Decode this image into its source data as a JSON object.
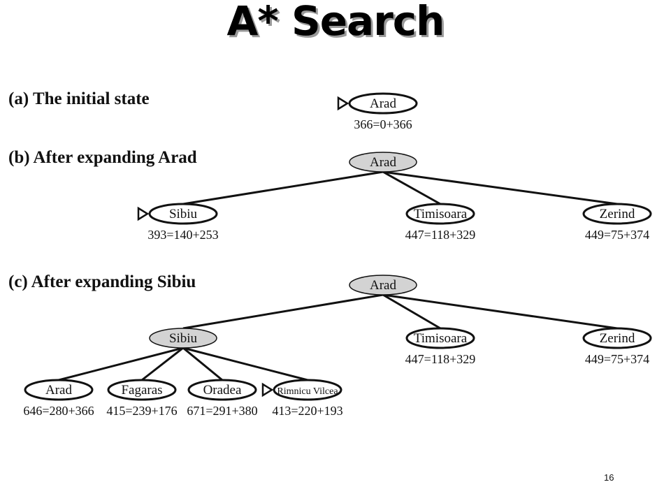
{
  "title": "A* Search",
  "page_number": "16",
  "panels": [
    {
      "label": "(a) The initial state",
      "nodes": [
        {
          "id": "a_arad",
          "name": "Arad",
          "f": "366=0+366",
          "expanded": false,
          "marked": true
        }
      ]
    },
    {
      "label": "(b) After expanding Arad",
      "nodes": [
        {
          "id": "b_arad",
          "name": "Arad",
          "f": "",
          "expanded": true,
          "marked": false
        },
        {
          "id": "b_sibiu",
          "name": "Sibiu",
          "f": "393=140+253",
          "expanded": false,
          "marked": true
        },
        {
          "id": "b_timisoara",
          "name": "Timisoara",
          "f": "447=118+329",
          "expanded": false,
          "marked": false
        },
        {
          "id": "b_zerind",
          "name": "Zerind",
          "f": "449=75+374",
          "expanded": false,
          "marked": false
        }
      ]
    },
    {
      "label": "(c) After expanding Sibiu",
      "nodes": [
        {
          "id": "c_arad",
          "name": "Arad",
          "f": "",
          "expanded": true,
          "marked": false
        },
        {
          "id": "c_sibiu",
          "name": "Sibiu",
          "f": "",
          "expanded": true,
          "marked": false
        },
        {
          "id": "c_timisoara",
          "name": "Timisoara",
          "f": "447=118+329",
          "expanded": false,
          "marked": false
        },
        {
          "id": "c_zerind",
          "name": "Zerind",
          "f": "449=75+374",
          "expanded": false,
          "marked": false
        },
        {
          "id": "c_arad2",
          "name": "Arad",
          "f": "646=280+366",
          "expanded": false,
          "marked": false
        },
        {
          "id": "c_fagaras",
          "name": "Fagaras",
          "f": "415=239+176",
          "expanded": false,
          "marked": false
        },
        {
          "id": "c_oradea",
          "name": "Oradea",
          "f": "671=291+380",
          "expanded": false,
          "marked": false
        },
        {
          "id": "c_rimnicu",
          "name": "Rimnicu Vilcea",
          "f": "413=220+193",
          "expanded": false,
          "marked": true
        }
      ]
    }
  ],
  "edges": [
    [
      "b_arad",
      "b_sibiu"
    ],
    [
      "b_arad",
      "b_timisoara"
    ],
    [
      "b_arad",
      "b_zerind"
    ],
    [
      "c_arad",
      "c_sibiu"
    ],
    [
      "c_arad",
      "c_timisoara"
    ],
    [
      "c_arad",
      "c_zerind"
    ],
    [
      "c_sibiu",
      "c_arad2"
    ],
    [
      "c_sibiu",
      "c_fagaras"
    ],
    [
      "c_sibiu",
      "c_oradea"
    ],
    [
      "c_sibiu",
      "c_rimnicu"
    ]
  ],
  "colors": {
    "expanded_fill": "#d3d3d3",
    "frontier_fill": "#ffffff",
    "stroke": "#111111"
  }
}
